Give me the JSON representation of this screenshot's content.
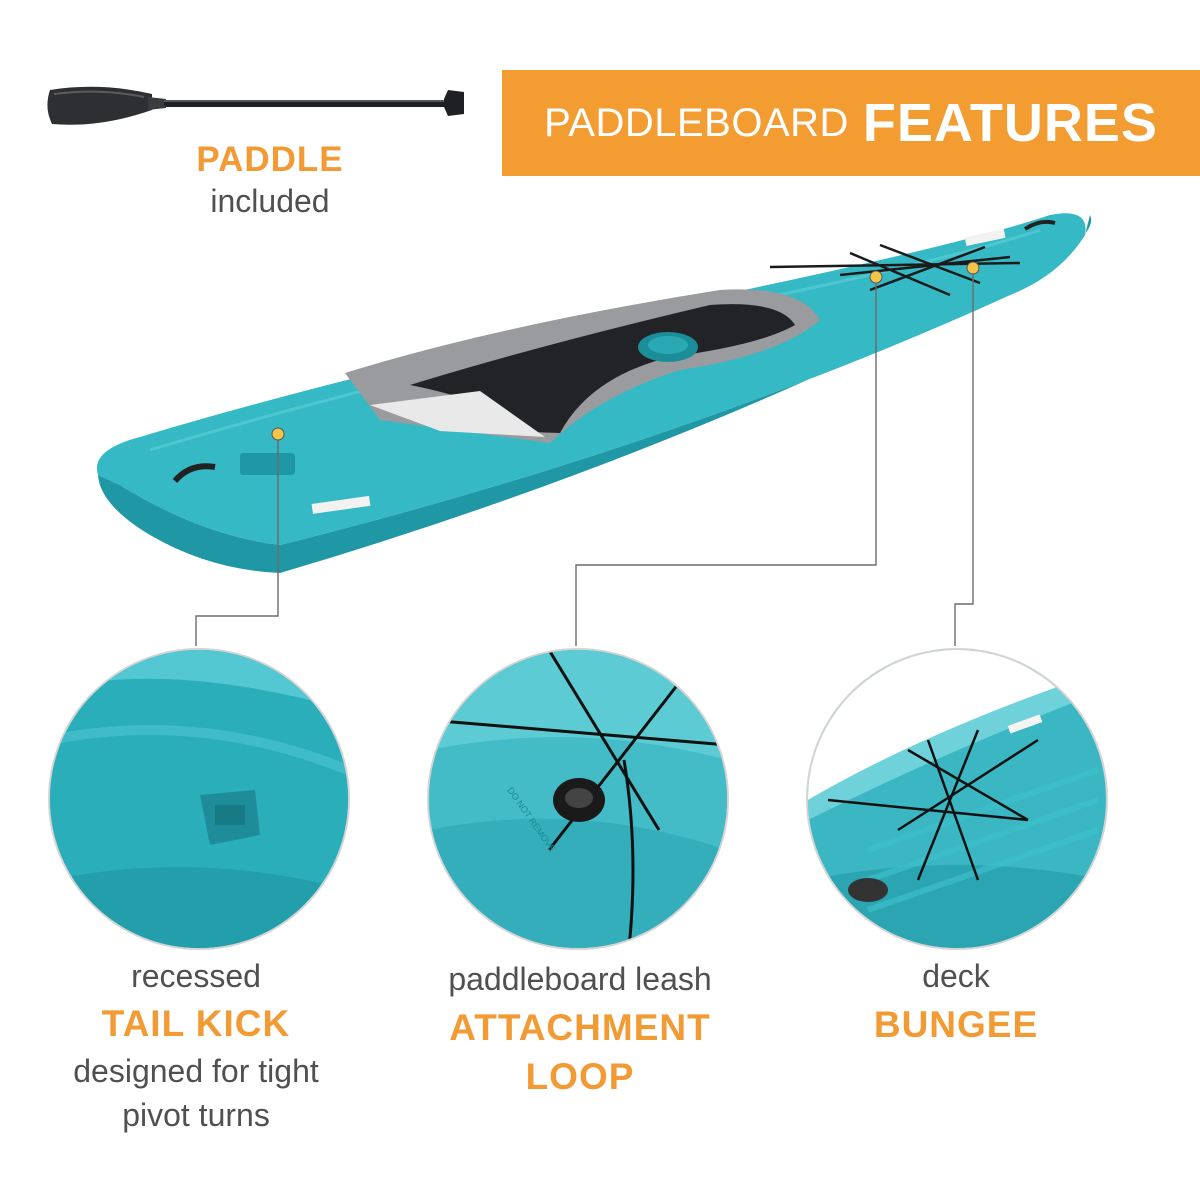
{
  "banner": {
    "prefix": "PADDLEBOARD",
    "title": "FEATURES"
  },
  "paddle": {
    "title": "PADDLE",
    "subtitle": "included"
  },
  "features": [
    {
      "top_text": "recessed",
      "title": "TAIL KICK",
      "line1": "designed for tight",
      "line2": "pivot turns"
    },
    {
      "top_text": "paddleboard leash",
      "title_line1": "ATTACHMENT",
      "title_line2": "LOOP",
      "stamp_text": "DO NOT REMOVE"
    },
    {
      "top_text": "deck",
      "title": "BUNGEE"
    }
  ],
  "colors": {
    "accent": "#f39c32",
    "board": "#2bb0bc",
    "text_grey": "#505050"
  }
}
